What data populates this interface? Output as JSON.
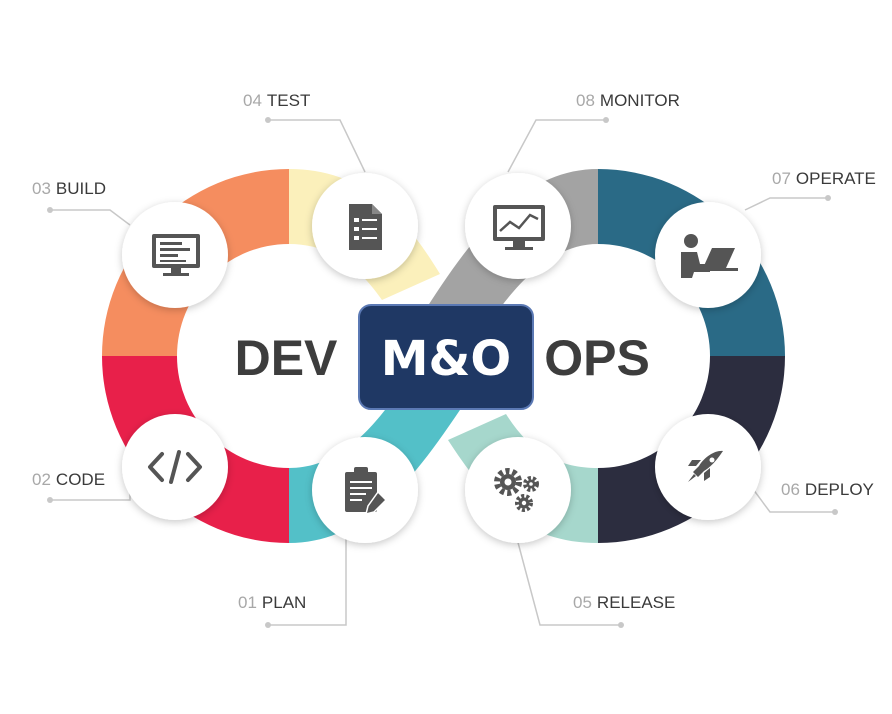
{
  "center": {
    "label": "M&O",
    "fill": "#1f3864",
    "stroke": "#5b79b4"
  },
  "left_word": "DEV",
  "right_word": "OPS",
  "stages": [
    {
      "num": "01",
      "label": "PLAN",
      "icon": "clipboard-pencil-icon"
    },
    {
      "num": "02",
      "label": "CODE",
      "icon": "code-brackets-icon"
    },
    {
      "num": "03",
      "label": "BUILD",
      "icon": "monitor-list-icon"
    },
    {
      "num": "04",
      "label": "TEST",
      "icon": "checklist-icon"
    },
    {
      "num": "05",
      "label": "RELEASE",
      "icon": "gears-icon"
    },
    {
      "num": "06",
      "label": "DEPLOY",
      "icon": "rocket-icon"
    },
    {
      "num": "07",
      "label": "OPERATE",
      "icon": "person-laptop-icon"
    },
    {
      "num": "08",
      "label": "MONITOR",
      "icon": "monitor-chart-icon"
    }
  ],
  "colors": {
    "dev_orange": "#f58d5f",
    "dev_yellow": "#fbf0bb",
    "dev_red": "#e8204a",
    "dev_teal": "#53c0c8",
    "ops_gray": "#a3a3a3",
    "ops_blue": "#2a6a86",
    "ops_navy": "#2c2d3f",
    "ops_mint": "#a6d7cc"
  }
}
